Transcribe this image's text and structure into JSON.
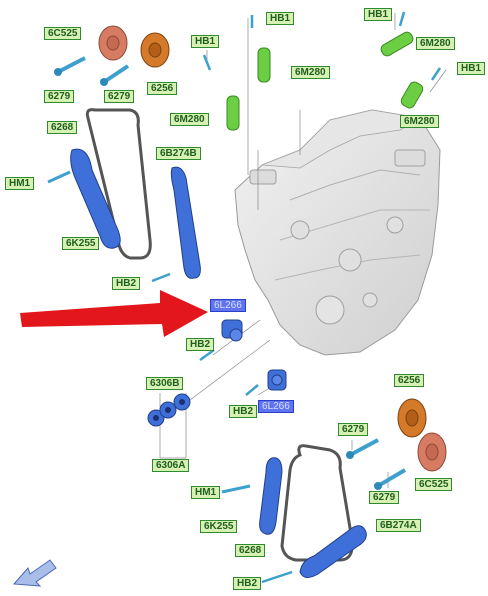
{
  "colors": {
    "label_border": "#2f8a2f",
    "label_fill": "#d7f0b4",
    "label_text": "#1f5f1f",
    "highlight_fill": "#5f74ee",
    "highlight_border": "#2a3fc8",
    "arrow_red": "#e3161b",
    "part_blue": "#3f6fd8",
    "part_green": "#5cc43a",
    "part_orange": "#d2722e",
    "chain_gray": "#555555"
  },
  "labels": {
    "6C525_top": "6C525",
    "6279_top_left": "6279",
    "6279_top_mid": "6279",
    "6256_top": "6256",
    "HB1_top_a": "HB1",
    "HB1_top_b": "HB1",
    "HB1_top_c": "HB1",
    "HB1_mid": "HB1",
    "6M280_a": "6M280",
    "6M280_b": "6M280",
    "6M280_c": "6M280",
    "6M280_d": "6M280",
    "6268_top": "6268",
    "6B274B": "6B274B",
    "HM1_top": "HM1",
    "6K255_top": "6K255",
    "HB2_top": "HB2",
    "6L266_a": "6L266",
    "HB2_mid": "HB2",
    "6306B": "6306B",
    "HB2_low": "HB2",
    "6L266_b": "6L266",
    "6306A": "6306A",
    "6256_bottom": "6256",
    "6279_bottom_a": "6279",
    "6279_bottom_b": "6279",
    "6C525_bottom": "6C525",
    "HM1_bottom": "HM1",
    "6K255_bottom": "6K255",
    "6268_bottom": "6268",
    "6B274A": "6B274A",
    "HB2_bottom": "HB2"
  }
}
